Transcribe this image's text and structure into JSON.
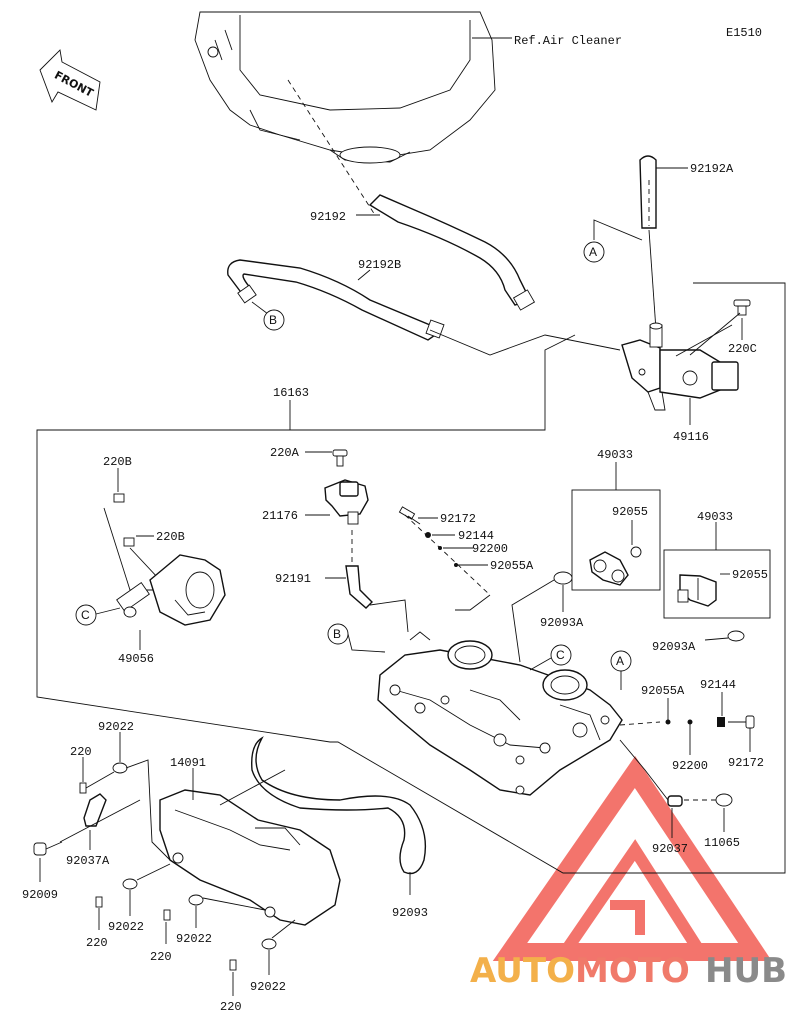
{
  "header": {
    "diagram_code": "E1510",
    "front_label": "FRONT",
    "ref_label": "Ref.Air Cleaner"
  },
  "callouts": {
    "c_A1": "A",
    "c_A2": "A",
    "c_B1": "B",
    "c_B2": "B",
    "c_C1": "C",
    "c_C2": "C"
  },
  "parts": {
    "p_92192A": "92192A",
    "p_92192": "92192",
    "p_92192B": "92192B",
    "p_220C": "220C",
    "p_49116": "49116",
    "p_16163": "16163",
    "p_220A": "220A",
    "p_21176": "21176",
    "p_92191": "92191",
    "p_92172_top": "92172",
    "p_92144_top": "92144",
    "p_92200_top": "92200",
    "p_92055A_top": "92055A",
    "p_92093A_mid": "92093A",
    "p_49033_left": "49033",
    "p_92055_left": "92055",
    "p_49033_right": "49033",
    "p_92055_right": "92055",
    "p_92093A_right": "92093A",
    "p_220B_top": "220B",
    "p_220B_mid": "220B",
    "p_49056": "49056",
    "p_92055A_right": "92055A",
    "p_92144_right": "92144",
    "p_92200_right": "92200",
    "p_92172_right": "92172",
    "p_92037": "92037",
    "p_11065": "11065",
    "p_92022_a": "92022",
    "p_220_a": "220",
    "p_14091": "14091",
    "p_92037A": "92037A",
    "p_92009": "92009",
    "p_92022_b": "92022",
    "p_220_b": "220",
    "p_92022_c": "92022",
    "p_220_c": "220",
    "p_92022_d": "92022",
    "p_220_d": "220",
    "p_92093": "92093"
  },
  "watermark": {
    "text_a": "AUTO",
    "text_b": "MOTO",
    "text_c": "HUB",
    "color_a": "#f3b04a",
    "color_b": "#f07a6a",
    "color_c": "#8a8a8a",
    "logo_color": "#f0463c"
  }
}
